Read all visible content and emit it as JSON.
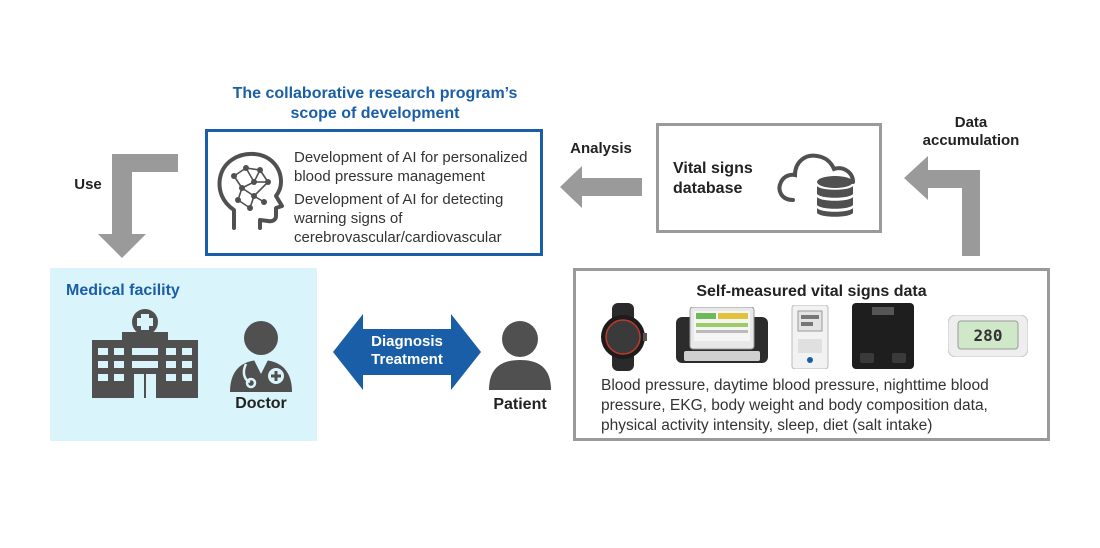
{
  "scope": {
    "title_line1": "The collaborative research program’s",
    "title_line2": "scope of development",
    "item1": "Development of AI for personalized blood pressure management",
    "item2": "Development of AI for detecting warning signs of cerebrovascular/cardiovascular"
  },
  "labels": {
    "use": "Use",
    "analysis": "Analysis",
    "data_accumulation_line1": "Data",
    "data_accumulation_line2": "accumulation"
  },
  "database": {
    "title_line1": "Vital signs",
    "title_line2": "database"
  },
  "medical": {
    "title": "Medical facility",
    "doctor": "Doctor"
  },
  "exchange": {
    "line1": "Diagnosis",
    "line2": "Treatment"
  },
  "patient": {
    "label": "Patient"
  },
  "self_measured": {
    "title": "Self-measured vital signs data",
    "description": "Blood pressure, daytime blood pressure, nighttime blood pressure, EKG, body weight and body composition data, physical activity intensity, sleep, diet (salt intake)",
    "pedometer_display": "280"
  },
  "colors": {
    "blue": "#1a5ea8",
    "gray_arrow": "#9a9a9a",
    "icon_gray": "#505050",
    "medical_bg": "#d9f4fa"
  }
}
